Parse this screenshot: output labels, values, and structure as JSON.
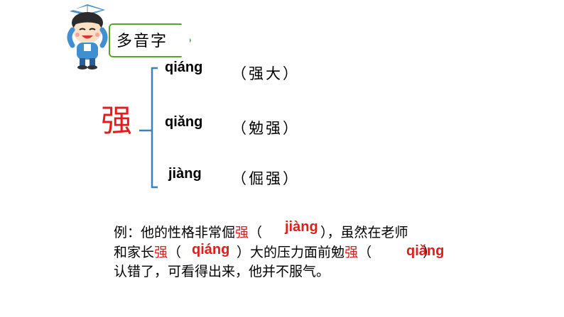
{
  "badge": {
    "label": "多音字"
  },
  "main_char": "强",
  "readings": [
    {
      "pinyin": "qiáng",
      "word": "（强大）"
    },
    {
      "pinyin": "qiǎng",
      "word": "（勉强）"
    },
    {
      "pinyin": "jiàng",
      "word": "（倔强）"
    }
  ],
  "example": {
    "line1_pre": "例：他的性格非常倔",
    "line1_char": "强",
    "line1_open": "（",
    "line1_close": "），虽然在老师",
    "line2_pre": "和家长",
    "line2_char": "强",
    "line2_open": "（",
    "line2_close": "）大的压力面前勉",
    "line2_char2": "强",
    "line2_open2": "（",
    "line2_close2": "）",
    "line3": "认错了，可看得出来，他并不服气。",
    "answers": [
      "jiàng",
      "qiáng",
      "qiǎng"
    ]
  },
  "colors": {
    "accent_red": "#e01e1e",
    "bracket_blue": "#3f7fbf",
    "badge_green": "#58a52c"
  },
  "icons": [
    "cartoon-kid-with-book-icon"
  ]
}
